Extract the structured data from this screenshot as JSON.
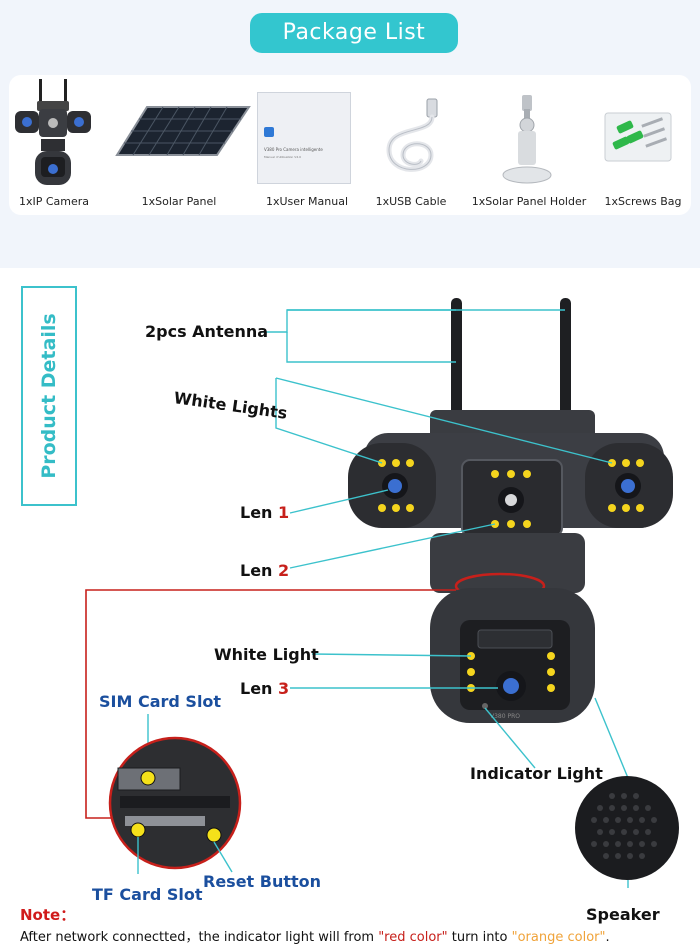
{
  "package": {
    "title": "Package List",
    "items": [
      {
        "label": "1xIP Camera",
        "icon": "ip-camera-icon"
      },
      {
        "label": "1xSolar Panel",
        "icon": "solar-panel-icon"
      },
      {
        "label": "1xUser Manual",
        "icon": "user-manual-icon"
      },
      {
        "label": "1xUSB Cable",
        "icon": "usb-cable-icon"
      },
      {
        "label": "1xSolar Panel Holder",
        "icon": "panel-holder-icon"
      },
      {
        "label": "1xScrews Bag",
        "icon": "screws-bag-icon"
      }
    ],
    "manual_cover": {
      "line1": "V380 Pro Camera intelligente",
      "line2": "Manuel d'utilisation V2.0"
    }
  },
  "details": {
    "tab_label": "Product Details",
    "labels": {
      "antenna": "2pcs Antenna",
      "white_lights": "White Lights",
      "len1_text": "Len ",
      "len1_num": "1",
      "len2_text": "Len ",
      "len2_num": "2",
      "white_light": "White Light",
      "len3_text": "Len ",
      "len3_num": "3",
      "sim_slot": "SIM Card Slot",
      "indicator": "Indicator Light",
      "tf_slot": "TF Card Slot",
      "reset": "Reset Button",
      "speaker": "Speaker"
    },
    "camera_branding": "V380 PRO"
  },
  "note": {
    "title": "Note：",
    "part1": "After network connectted，the indicator light will from ",
    "red": "\"red color\"",
    "part2": " turn into ",
    "orange": "\"orange color\"",
    "part3": "."
  },
  "colors": {
    "accent": "#33c6cf",
    "callout_line": "#3cc2cc",
    "red_line": "#c7201b",
    "highlight": "#d01b1b",
    "orange": "#f0a33a"
  }
}
